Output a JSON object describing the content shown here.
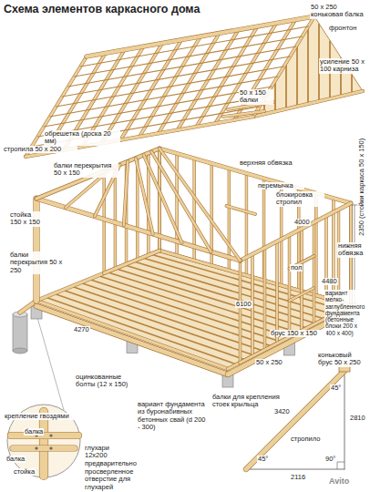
{
  "diagram": {
    "title": "Схема элементов каркасного дома",
    "labels": [
      "50 x 250 коньковая балка",
      "фронтон",
      "усиление 50 x 100 карниза",
      "50 x 150 балки",
      "обрешетка (доска 20 мм)",
      "стропила 50 x 200",
      "балки перекрытия 50 x 150",
      "верхняя обвязка",
      "перемычка",
      "блокировка стропил",
      "2350 (стойки каркаса 50 x 150)",
      "стойка 150 x 150",
      "4000",
      "нижняя обвязка",
      "пол",
      "балки перекрытия 50 x 250",
      "4480",
      "6100",
      "4270",
      "вариант мелко-заглубленного фундамента (бетонные блоки 200 x 400 x 400)",
      "брус 150 x 150",
      "50 x 250",
      "балки для крепления стоек крыльца",
      "оцинкованные болты (12 x 150)",
      "вариант фундамента из буронабивных бетонных свай (d 200 - 300)",
      "крепление гвоздями",
      "балка",
      "балка",
      "стойка",
      "глухари 12x200",
      "предварительно просверленное отверстие для глухарей",
      "коньковый брус 50 x 250",
      "45°",
      "45°",
      "3420",
      "2810",
      "стропило",
      "90°",
      "2116",
      "Avito"
    ]
  }
}
